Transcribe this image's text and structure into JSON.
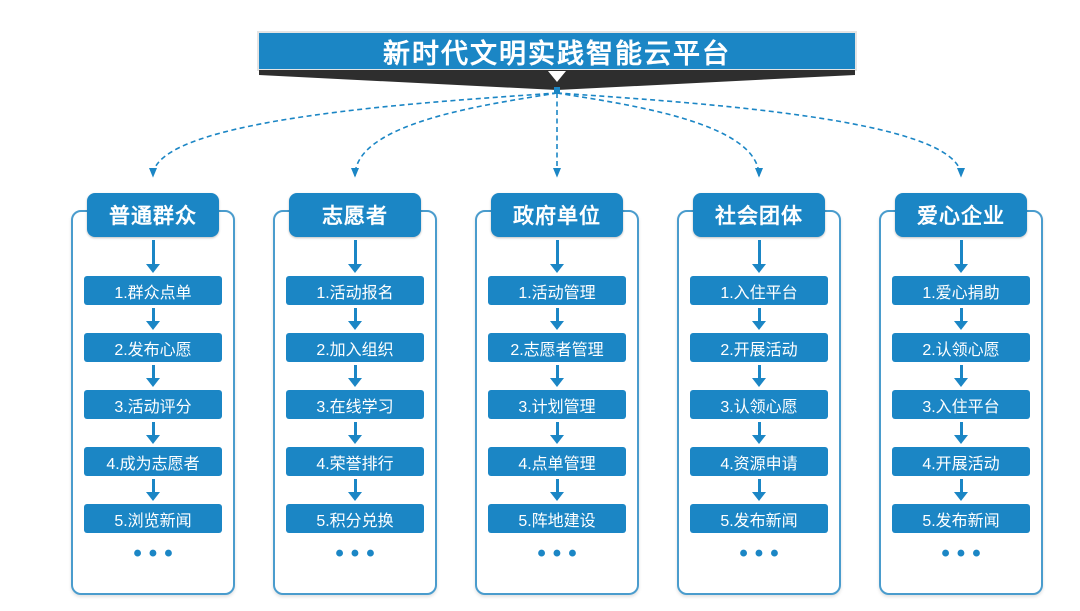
{
  "title": "新时代文明实践智能云平台",
  "colors": {
    "accent_blue": "#1b86c5",
    "container_border": "#4a9ccd",
    "banner_fold_dark": "#2e2e2e",
    "text_on_blue": "#ffffff",
    "background": "#ffffff"
  },
  "columns": [
    {
      "header": "普通群众",
      "items": [
        "1.群众点单",
        "2.发布心愿",
        "3.活动评分",
        "4.成为志愿者",
        "5.浏览新闻"
      ],
      "more": "•••"
    },
    {
      "header": "志愿者",
      "items": [
        "1.活动报名",
        "2.加入组织",
        "3.在线学习",
        "4.荣誉排行",
        "5.积分兑换"
      ],
      "more": "•••"
    },
    {
      "header": "政府单位",
      "items": [
        "1.活动管理",
        "2.志愿者管理",
        "3.计划管理",
        "4.点单管理",
        "5.阵地建设"
      ],
      "more": "•••"
    },
    {
      "header": "社会团体",
      "items": [
        "1.入住平台",
        "2.开展活动",
        "3.认领心愿",
        "4.资源申请",
        "5.发布新闻"
      ],
      "more": "•••"
    },
    {
      "header": "爱心企业",
      "items": [
        "1.爱心捐助",
        "2.认领心愿",
        "3.入住平台",
        "4.开展活动",
        "5.发布新闻"
      ],
      "more": "•••"
    }
  ]
}
